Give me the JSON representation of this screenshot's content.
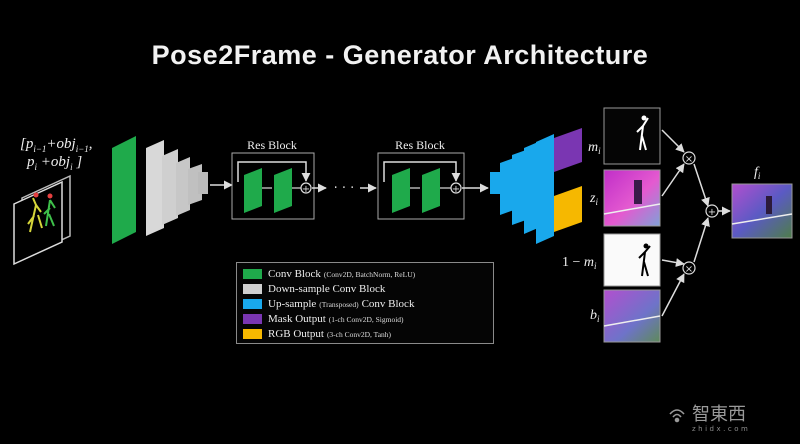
{
  "title": "Pose2Frame - Generator Architecture",
  "input_label": {
    "line1": "[p",
    "line1_sub1": "i−1",
    "line1_mid": "+obj",
    "line1_sub2": "i−1",
    "line1_end": ",",
    "line2": "p",
    "line2_sub1": "i",
    "line2_mid": "  +obj",
    "line2_sub2": "i",
    "line2_end": "  ]"
  },
  "res_block_label": "Res Block",
  "ellipsis": "·  ·  ·",
  "outputs": {
    "mask": {
      "base": "m",
      "sub": "i"
    },
    "rgb": {
      "base": "z",
      "sub": "i"
    },
    "inv_mask": {
      "prefix": "1 − ",
      "base": "m",
      "sub": "i"
    },
    "background": {
      "base": "b",
      "sub": "i"
    },
    "final": {
      "base": "f",
      "sub": "i"
    }
  },
  "operators": {
    "multiply": "×",
    "add": "+"
  },
  "legend": [
    {
      "label": "Conv Block",
      "detail": "(Conv2D, BatchNorm, ReLU)",
      "color": "#1faa4b"
    },
    {
      "label": "Down-sample Conv Block",
      "detail": "",
      "color": "#d0d0d0"
    },
    {
      "label": "Up-sample",
      "detail": "(Transposed)",
      "label2": "Conv Block",
      "color": "#19a8ec"
    },
    {
      "label": "Mask Output",
      "detail": "(1-ch Conv2D, Sigmoid)",
      "color": "#7a36b2"
    },
    {
      "label": "RGB Output",
      "detail": "(3-ch Conv2D, Tanh)",
      "color": "#f6b800"
    }
  ],
  "watermark": {
    "brand": "智東西",
    "url": "zhidx.com"
  },
  "colors": {
    "conv_green": "#1faa4b",
    "down_gray": "#d0d0d0",
    "up_blue": "#19a8ec",
    "mask_purple": "#7a36b2",
    "rgb_yellow": "#f6b800"
  }
}
